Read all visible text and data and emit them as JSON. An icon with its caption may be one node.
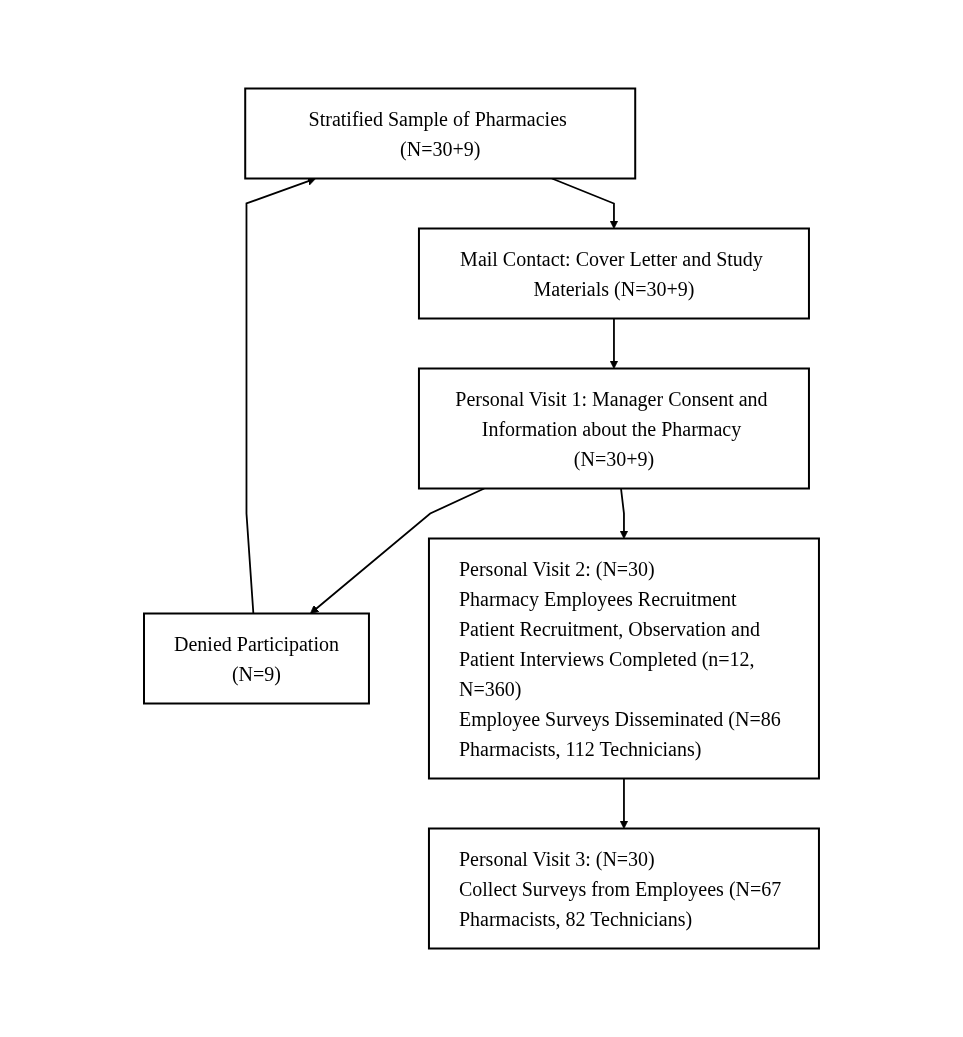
{
  "diagram": {
    "nodes": [
      {
        "text": [
          "Stratified Sample of Pharmacies (N=30+9)"
        ]
      },
      {
        "text": [
          "Mail Contact: Cover Letter and Study Materials (N=30+9)"
        ]
      },
      {
        "text": [
          "Personal Visit 1: Manager Consent and Information about the Pharmacy (N=30+9)"
        ]
      },
      {
        "text": [
          "Denied Participation",
          "(N=9)"
        ]
      },
      {
        "text": [
          "Personal Visit 2: (N=30)",
          "Pharmacy Employees Recruitment",
          "Patient Recruitment, Observation and Patient Interviews Completed (n=12, N=360)",
          "Employee Surveys Disseminated (N=86 Pharmacists, 112 Technicians)"
        ]
      },
      {
        "text": [
          "Personal Visit 3: (N=30)",
          "Collect Surveys from Employees (N=67 Pharmacists, 82 Technicians)"
        ]
      }
    ],
    "edges": [
      {
        "from": 0,
        "to": 1,
        "arrow": "to"
      },
      {
        "from": 1,
        "to": 2,
        "arrow": "to"
      },
      {
        "from": 2,
        "to": 3,
        "arrow": "to"
      },
      {
        "from": 2,
        "to": 4,
        "arrow": "to"
      },
      {
        "from": 3,
        "to": 0,
        "arrow": "to"
      },
      {
        "from": 4,
        "to": 5,
        "arrow": "to"
      }
    ]
  }
}
